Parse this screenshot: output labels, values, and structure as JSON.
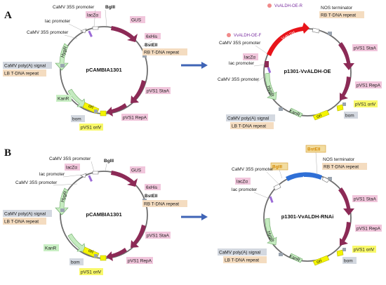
{
  "panels": {
    "a": "A",
    "b": "B"
  },
  "plasmids": {
    "a_left": {
      "name": "pCAMBIA1301",
      "features": {
        "camv35s_top": "CaMV 35S promoter",
        "bglii": "BglII",
        "lacz": "lacZα",
        "lac": "lac promoter",
        "camv35s_side": "CaMV 35S promoter",
        "gus": "GUS",
        "his": "6xHis",
        "bsteii": "BstEII",
        "rb": "RB T-DNA repeat",
        "hygr": "HygR",
        "polya": "CaMV poly(A) signal",
        "lb": "LB T-DNA repeat",
        "kanr": "KanR",
        "ori": "ori",
        "bom": "bom",
        "stab": "pVS1 StaA",
        "repa": "pVS1 RepA",
        "oriv": "pVS1 oriV"
      }
    },
    "a_right": {
      "name": "p1301-VvALDH-OE",
      "features": {
        "primer_r": "VvALDH-OE-R",
        "primer_f": "VvALDH-OE-F",
        "vvaldh": "VvALDH",
        "nos": "NOS terminator",
        "rb": "RB T-DNA repeat",
        "camv35s_a": "CaMV 35S promoter",
        "lacz": "lacZα",
        "lac": "lac promoter",
        "camv35s_b": "CaMV 35S promoter",
        "hygr": "HygR",
        "stab": "pVS1 StaA",
        "repa": "pVS1 RepA",
        "oriv": "pVS1 oriV",
        "bom": "bom",
        "ori": "ori",
        "kanr": "KanR",
        "polya": "CaMV poly(A) signal",
        "lb": "LB T-DNA repeat"
      }
    },
    "b_left": {
      "name": "pCAMBIA1301",
      "features": {
        "camv35s_top": "CaMV 35S promoter",
        "bglii": "BglII",
        "lacz": "lacZα",
        "lac": "lac promoter",
        "camv35s_side": "CaMV 35S promoter",
        "gus": "GUS",
        "his": "6xHis",
        "bsteii": "BstEII",
        "rb": "RB T-DNA repeat",
        "hygr": "HygR",
        "polya": "CaMV poly(A) signal",
        "lb": "LB T-DNA repeat",
        "kanr": "KanR",
        "ori": "ori",
        "bom": "bom",
        "stab": "pVS1 StaA",
        "repa": "pVS1 RepA",
        "oriv": "pVS1 oriV"
      }
    },
    "b_right": {
      "name": "p1301-VvALDH-RNAi",
      "features": {
        "bglii": "BglII",
        "bsteii": "BstEII",
        "insert": "1",
        "camv35s": "CaMV 35S promoter",
        "nos": "NOS terminator",
        "rb": "RB T-DNA repeat",
        "lacz": "lacZα",
        "lac": "lac promoter",
        "hygr": "HygR",
        "stab": "pVS1 StaA",
        "repa": "pVS1 RepA",
        "oriv": "pVS1 oriV",
        "bom": "bom",
        "ori": "ori",
        "kanr": "KanR",
        "polya": "CaMV poly(A) signal",
        "lb": "LB T-DNA repeat"
      }
    }
  },
  "colors": {
    "backbone": "#6e6e6e",
    "gene": "#8c2a56",
    "selection": "#c5ebc0",
    "origin": "#f4f400",
    "insert_oe": "#e8141a",
    "insert_rnai": "#2f6fd6",
    "arrow": "#3f64b6",
    "label_pink": "#f1c6dc",
    "label_tan": "#f4dcc0",
    "label_grey": "#d3d8e0",
    "label_green": "#c9efc4",
    "label_yellow": "#f8f86a"
  }
}
